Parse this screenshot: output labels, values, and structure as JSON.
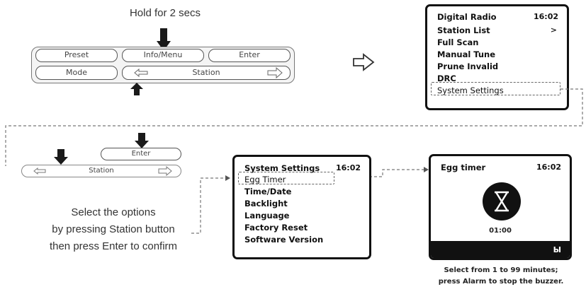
{
  "top": {
    "hold_caption": "Hold for 2 secs",
    "buttons": {
      "preset": "Preset",
      "info_menu": "Info/Menu",
      "enter": "Enter",
      "mode": "Mode",
      "station": "Station"
    }
  },
  "screen1": {
    "title": "Digital Radio",
    "time": "16:02",
    "items": [
      "Station List",
      "Full Scan",
      "Manual Tune",
      "Prune Invalid",
      "DRC",
      "System Settings"
    ],
    "arrow_mark": ">"
  },
  "bottom_left": {
    "enter": "Enter",
    "station": "Station",
    "instructions": [
      "Select the options",
      "by pressing Station button",
      "then press Enter to confirm"
    ]
  },
  "screen2": {
    "title": "System Settings",
    "time": "16:02",
    "items": [
      "Egg Timer",
      "Time/Date",
      "Backlight",
      "Language",
      "Factory Reset",
      "Software Version"
    ]
  },
  "screen3": {
    "title": "Egg timer",
    "time": "16:02",
    "countdown": "01:00",
    "footer_label": "Ы"
  },
  "bottom_note": [
    "Select from 1 to 99 minutes;",
    "press Alarm to stop the buzzer."
  ]
}
